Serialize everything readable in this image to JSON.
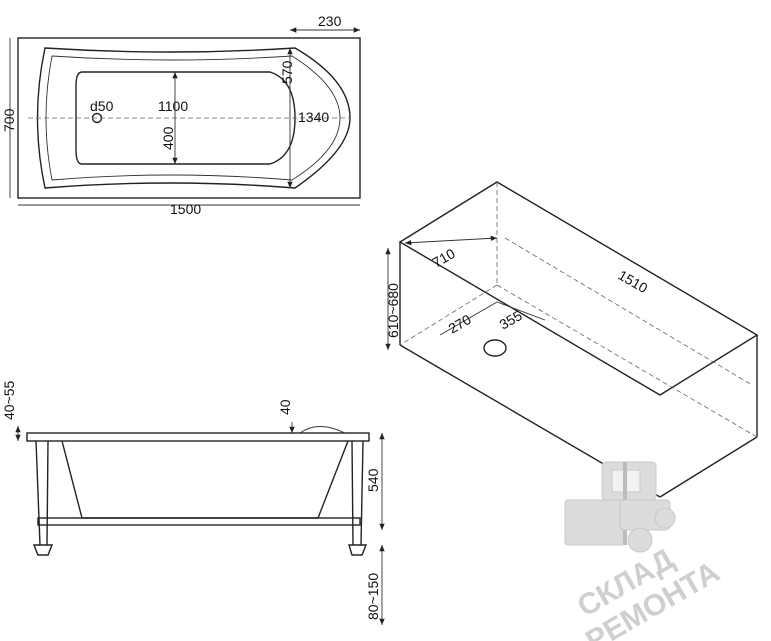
{
  "top_view": {
    "length": "1500",
    "width": "700",
    "edge_to_bowl": "230",
    "bowl_width": "570",
    "inner_length": "1100",
    "inner_width": "400",
    "drain_diameter": "d50",
    "rim_length": "1340"
  },
  "iso_view": {
    "width": "710",
    "length": "1510",
    "height": "610~680",
    "drain_x": "270",
    "drain_y": "355"
  },
  "side_view": {
    "rim_range": "40~55",
    "rim_thickness": "40",
    "depth": "540",
    "legs": "80~150"
  },
  "watermark": {
    "line1": "СКЛАД",
    "line2": "РЕМОНТА"
  }
}
